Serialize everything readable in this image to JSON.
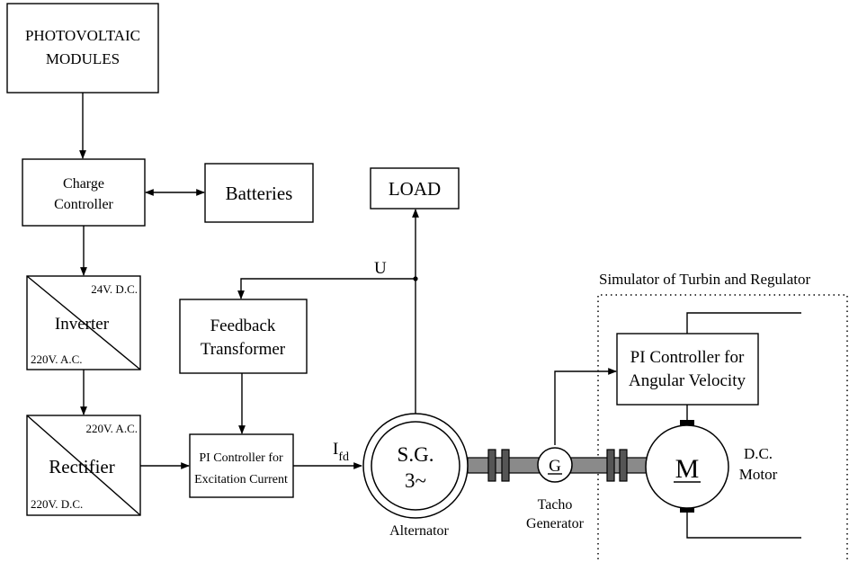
{
  "blocks": {
    "pv": [
      "PHOTOVOLTAIC",
      "MODULES"
    ],
    "charge_controller": [
      "Charge",
      "Controller"
    ],
    "batteries": "Batteries",
    "load": "LOAD",
    "inverter": {
      "top": "24V. D.C.",
      "main": "Inverter",
      "bottom": "220V. A.C."
    },
    "rectifier": {
      "top": "220V. A.C.",
      "main": "Rectifier",
      "bottom": "220V. D.C."
    },
    "feedback": [
      "Feedback",
      "Transformer"
    ],
    "pi_excitation": [
      "PI Controller for",
      "Excitation Current"
    ],
    "pi_angular": [
      "PI Controller for",
      "Angular Velocity"
    ],
    "alternator": {
      "line1": "S.G.",
      "line2": "3~",
      "caption": "Alternator"
    },
    "tacho": {
      "symbol": "G",
      "caption1": "Tacho",
      "caption2": "Generator"
    },
    "motor": {
      "symbol": "M",
      "caption1": "D.C.",
      "caption2": "Motor"
    }
  },
  "signals": {
    "voltage": "U",
    "field_current_main": "I",
    "field_current_sub": "fd"
  },
  "simulator_label": "Simulator of Turbin and Regulator"
}
